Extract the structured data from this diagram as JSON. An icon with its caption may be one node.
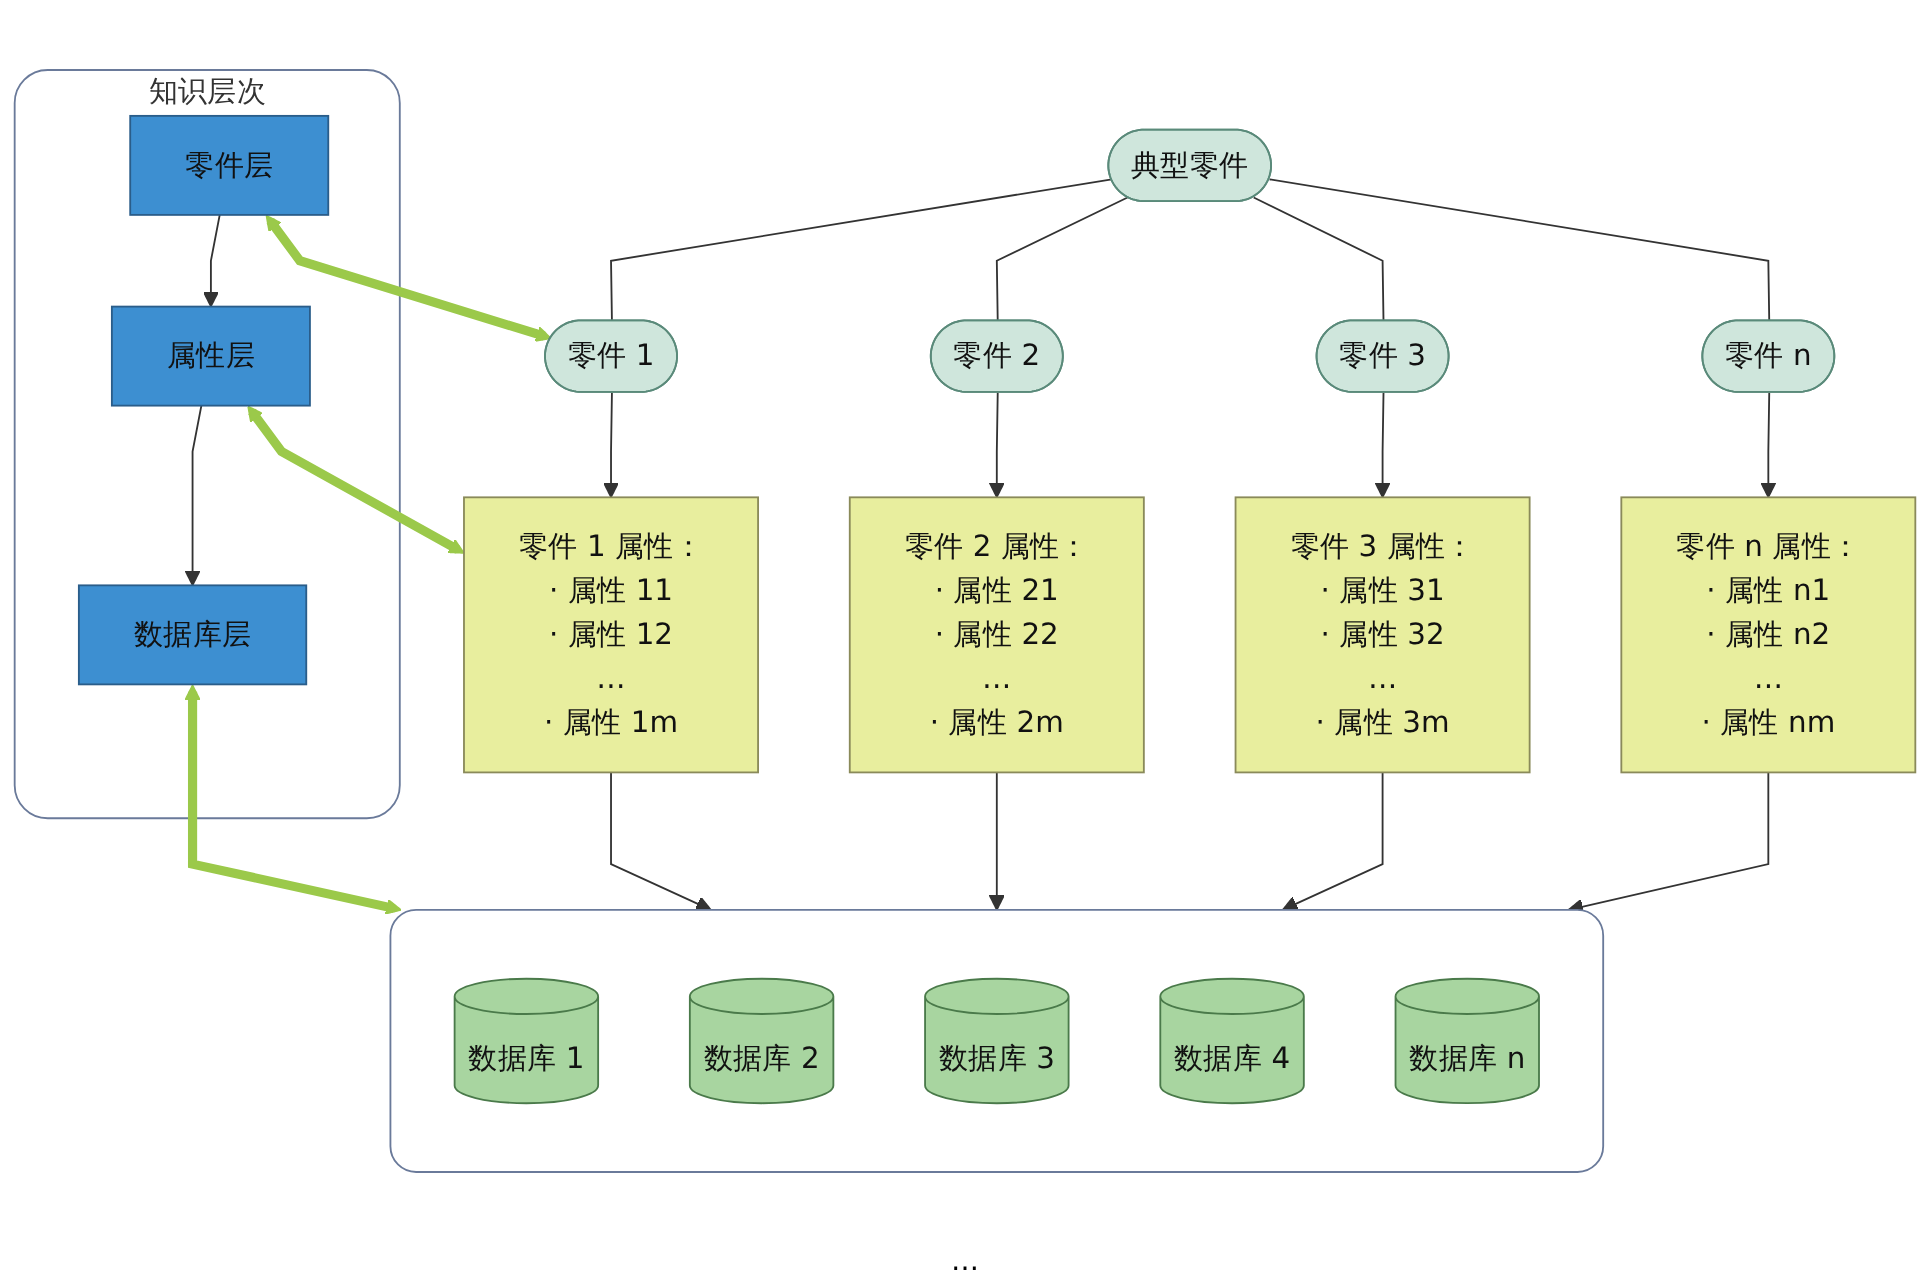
{
  "diagram": {
    "nodes": [
      {
        "text": [
          "知识层次"
        ]
      },
      {
        "text": [
          "零件层"
        ],
        "in": 0
      },
      {
        "text": [
          "属性层"
        ],
        "in": 0
      },
      {
        "text": [
          "数据库层"
        ],
        "in": 0
      },
      {
        "text": [
          "典型零件"
        ]
      },
      {
        "text": [
          "零件 1"
        ]
      },
      {
        "text": [
          "零件 2"
        ]
      },
      {
        "text": [
          "零件 3"
        ]
      },
      {
        "text": [
          "零件 n"
        ]
      },
      {
        "text": [
          "零件 1 属性：",
          "· 属性 11",
          "· 属性 12",
          "…",
          "· 属性 1m"
        ]
      },
      {
        "text": [
          "零件 2 属性：",
          "· 属性 21",
          "· 属性 22",
          "…",
          "· 属性 2m"
        ]
      },
      {
        "text": [
          "零件 3 属性：",
          "· 属性 31",
          "· 属性 32",
          "…",
          "· 属性 3m"
        ]
      },
      {
        "text": [
          "零件 n 属性：",
          "· 属性 n1",
          "· 属性 n2",
          "…",
          "· 属性 nm"
        ]
      },
      {
        "text": [],
        "shape": "box"
      },
      {
        "text": [
          "数据库 1"
        ],
        "in": 13
      },
      {
        "text": [
          "数据库 2"
        ],
        "in": 13
      },
      {
        "text": [
          "数据库 3"
        ],
        "in": 13
      },
      {
        "text": [
          "数据库 4"
        ],
        "in": 13
      },
      {
        "text": [
          "数据库 n"
        ],
        "in": 13
      }
    ],
    "edges": [
      {
        "from": 1,
        "to": 2,
        "arrow": "to"
      },
      {
        "from": 2,
        "to": 3,
        "arrow": "to"
      },
      {
        "from": 1,
        "to": 5,
        "arrow": "both",
        "style": "thick",
        "color": "#9bc94a"
      },
      {
        "from": 2,
        "to": 9,
        "arrow": "both",
        "style": "thick",
        "color": "#9bc94a"
      },
      {
        "from": 3,
        "to": 13,
        "arrow": "both",
        "style": "thick",
        "color": "#9bc94a"
      },
      {
        "from": 4,
        "to": 5,
        "arrow": "none"
      },
      {
        "from": 4,
        "to": 6,
        "arrow": "none"
      },
      {
        "from": 4,
        "to": 7,
        "arrow": "none"
      },
      {
        "from": 4,
        "to": 8,
        "arrow": "none"
      },
      {
        "from": 5,
        "to": 9,
        "arrow": "to"
      },
      {
        "from": 6,
        "to": 10,
        "arrow": "to"
      },
      {
        "from": 7,
        "to": 11,
        "arrow": "to"
      },
      {
        "from": 8,
        "to": 12,
        "arrow": "to"
      },
      {
        "from": 9,
        "to": 13,
        "arrow": "to"
      },
      {
        "from": 10,
        "to": 13,
        "arrow": "to"
      },
      {
        "from": 11,
        "to": 13,
        "arrow": "to"
      },
      {
        "from": 12,
        "to": 13,
        "arrow": "to"
      }
    ],
    "labels": [
      "…"
    ]
  }
}
